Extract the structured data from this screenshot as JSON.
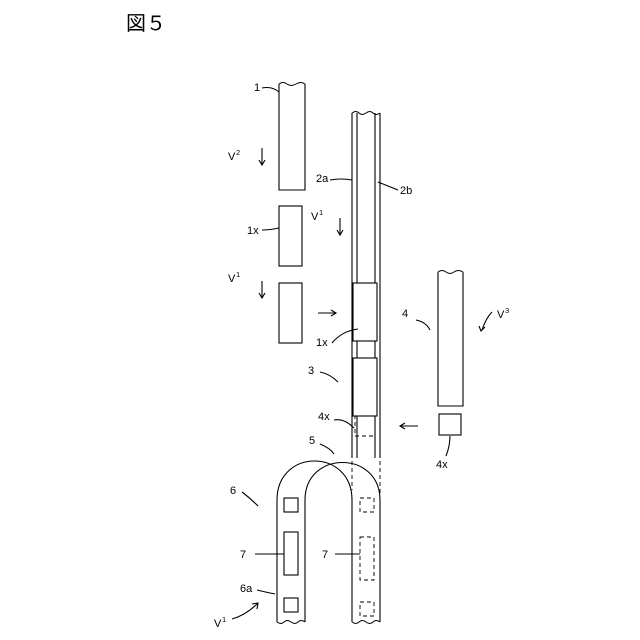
{
  "figure": {
    "title": "図５"
  },
  "labels": {
    "n1": "1",
    "v2_letter": "V",
    "v2_sub": "2",
    "n2a": "2a",
    "n2b": "2b",
    "n1x_a": "1x",
    "v1a_letter": "V",
    "v1a_sub": "1",
    "v1b_letter": "V",
    "v1b_sub": "1",
    "n4": "4",
    "v3_letter": "V",
    "v3_sub": "3",
    "n1x_b": "1x",
    "n3": "3",
    "n4x_a": "4x",
    "n5": "5",
    "n4x_b": "4x",
    "n6": "6",
    "n7_a": "7",
    "n7_b": "7",
    "n6a": "6a",
    "v1c_letter": "V",
    "v1c_sub": "1"
  }
}
